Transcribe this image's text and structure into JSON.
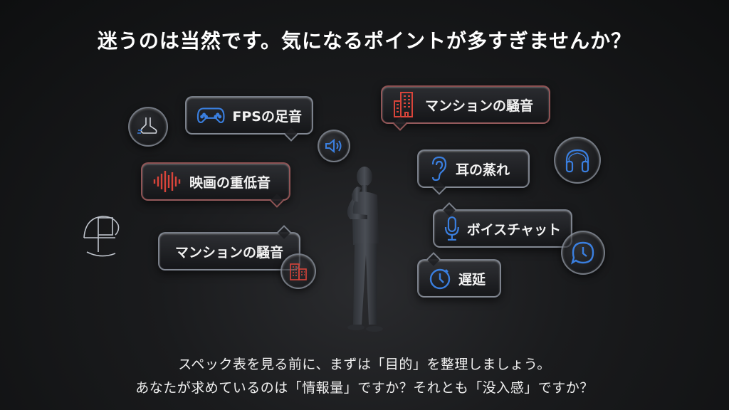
{
  "title": "迷うのは当然です。気になるポイントが多すぎませんか？",
  "bubbles": {
    "fps_footsteps": {
      "label": "FPSの足音",
      "icon": "gamepad-icon",
      "color": "#3a7fe0"
    },
    "movie_bass": {
      "label": "映画の重低音",
      "icon": "sound-wave-icon",
      "color": "#d9443a"
    },
    "apartment_noise_left": {
      "label": "マンションの騒音",
      "icon": "building-icon",
      "color": "#d9443a"
    },
    "apartment_noise_right": {
      "label": "マンションの騒音",
      "icon": "building-icon",
      "color": "#d9443a"
    },
    "ear_stuffiness": {
      "label": "耳の蒸れ",
      "icon": "ear-icon",
      "color": "#3a7fe0"
    },
    "voice_chat": {
      "label": "ボイスチャット",
      "icon": "microphone-icon",
      "color": "#3a7fe0"
    },
    "latency": {
      "label": "遅延",
      "icon": "clock-icon",
      "color": "#3a7fe0"
    }
  },
  "floating_icons": [
    "footstep-icon",
    "speaker-icon",
    "headphones-icon",
    "chat-clock-icon",
    "glass-shape-icon",
    "building-icon"
  ],
  "caption": {
    "line1": "スペック表を見る前に、まずは「目的」を整理しましょう。",
    "line2": "あなたが求めているのは「情報量」ですか？それとも「没入感」ですか？"
  },
  "colors": {
    "accent_blue": "#3a7fe0",
    "accent_red": "#d9443a",
    "background": "#141517"
  }
}
